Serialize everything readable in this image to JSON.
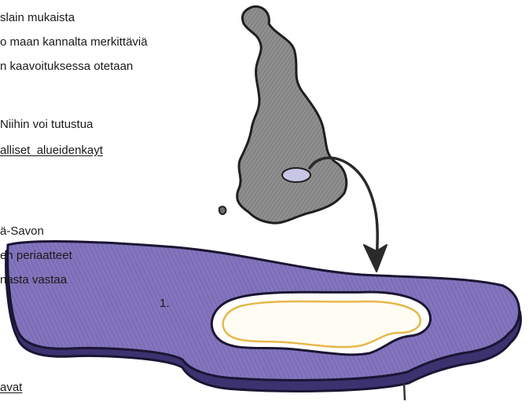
{
  "text_lines": [
    "slain mukaista",
    "o maan kannalta merkittäviä",
    "n kaavoituksessa otetaan",
    "Niihin voi tutustua",
    "alliset_alueidenkayt",
    "ä-Savon",
    "en periaatteet",
    "nasta vastaa",
    "1.",
    "avat"
  ],
  "illustration": {
    "map_fill": "#8a8a8a",
    "platform_fill": "#7d6fb3",
    "platform_edge": "#3a2f6b",
    "lake_fill": "#ffffff",
    "lake_outline": "#e6b84a",
    "highlight_fill": "#c8c6e6",
    "arrow_color": "#2a2a2a"
  }
}
